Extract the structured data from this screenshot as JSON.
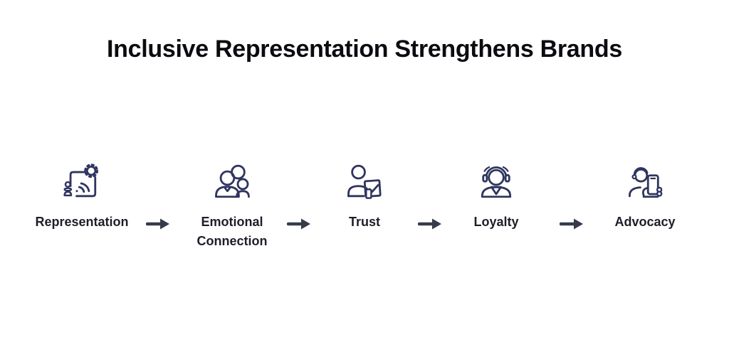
{
  "title": "Inclusive Representation Strengthens Brands",
  "flow": {
    "stages": [
      {
        "label": "Representation",
        "icon": "billboard-broadcast-gear-icon"
      },
      {
        "label": "Emotional Connection",
        "icon": "people-group-icon"
      },
      {
        "label": "Trust",
        "icon": "person-checklist-icon"
      },
      {
        "label": "Loyalty",
        "icon": "person-headphones-icon"
      },
      {
        "label": "Advocacy",
        "icon": "person-phone-icon"
      }
    ],
    "arrow_glyph": "→",
    "arrow_count": 4
  },
  "colors": {
    "background": "#ffffff",
    "title": "#0b0b10",
    "label": "#1e1e29",
    "icon": "#2f355f",
    "arrow": "#363b4b"
  }
}
